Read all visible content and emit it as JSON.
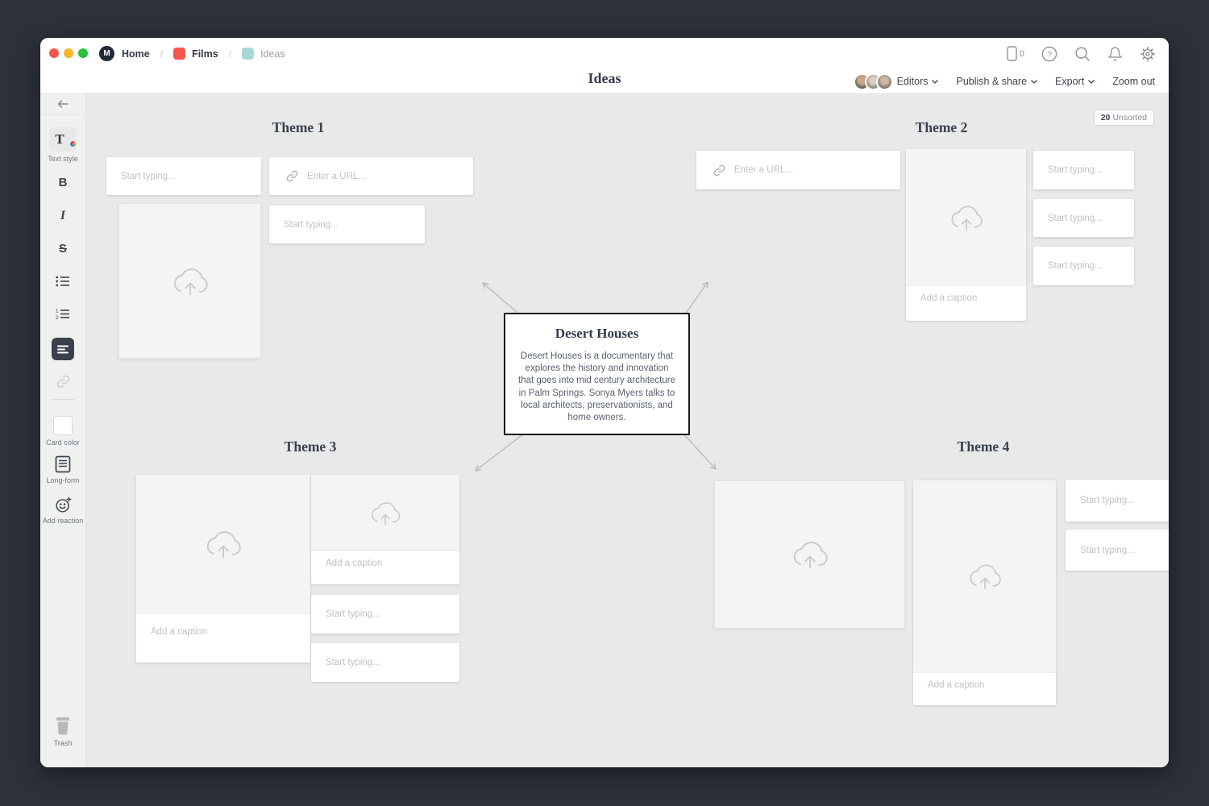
{
  "titlebar": {
    "traffic_lights": {
      "red": "#f4564e",
      "yellow": "#f6b42d",
      "green": "#27c13e"
    },
    "logo_glyph": "M",
    "breadcrumb": {
      "separator": "/",
      "items": [
        {
          "label": "Home"
        },
        {
          "label": "Films",
          "swatch_color": "#f4554d"
        },
        {
          "label": "Ideas",
          "swatch_color": "#a9d8d3"
        }
      ]
    },
    "device_count": "0",
    "help_glyph": "?"
  },
  "toolbar": {
    "title": "Ideas",
    "editors_label": "Editors",
    "publish_label": "Publish & share",
    "export_label": "Export",
    "zoom_out_label": "Zoom out"
  },
  "sidebar": {
    "text_style_label": "Text style",
    "text_style_glyph": "T",
    "bold_label": "B",
    "italic_label": "I",
    "strike_label": "S",
    "card_color_label": "Card color",
    "long_form_label": "Long-form",
    "add_reaction_label": "Add reaction",
    "trash_label": "Trash"
  },
  "canvas": {
    "unsorted_badge": {
      "count": "20",
      "label": "Unsorted"
    },
    "placeholders": {
      "text": "Start typing...",
      "url": "Enter a URL...",
      "caption": "Add a caption"
    },
    "themes": [
      {
        "title": "Theme 1"
      },
      {
        "title": "Theme 2"
      },
      {
        "title": "Theme 3"
      },
      {
        "title": "Theme 4"
      }
    ],
    "center_card": {
      "title": "Desert Houses",
      "description": "Desert Houses is a documentary that explores the history and innovation that goes into mid century architecture in Palm Springs. Sonya Myers talks to local architects, preservationists, and home owners."
    },
    "accent_colors": {
      "arrow": "#b7bcba",
      "selection_border": "#16191e"
    }
  }
}
